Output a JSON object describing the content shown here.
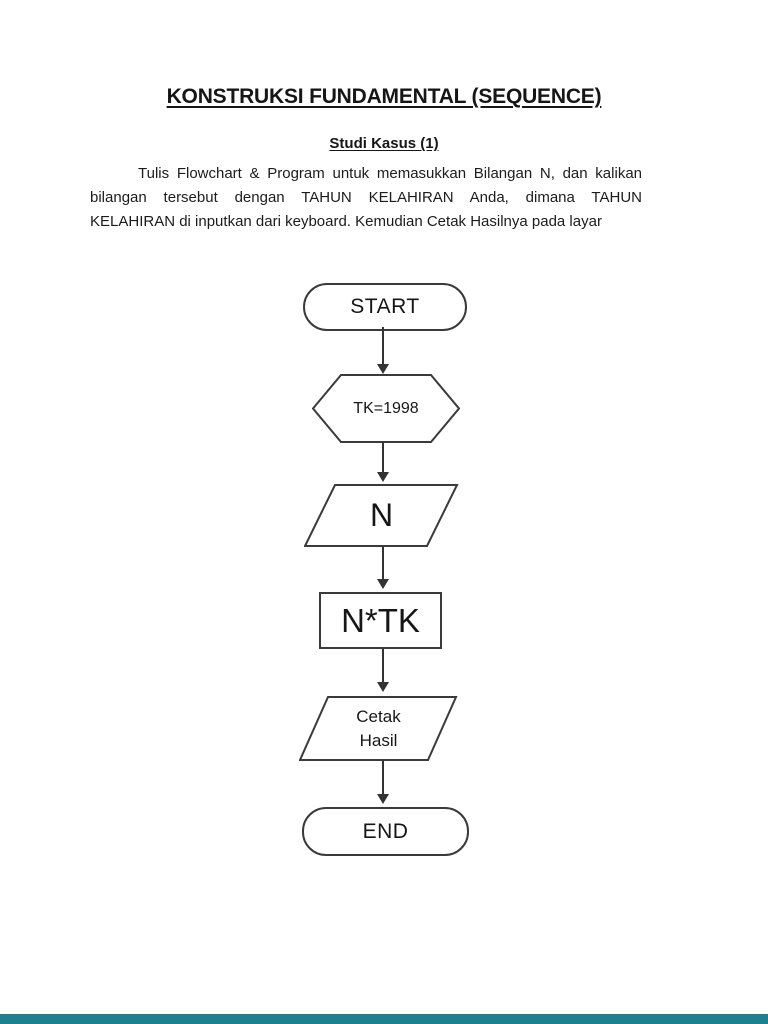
{
  "page": {
    "title": "KONSTRUKSI FUNDAMENTAL (SEQUENCE)",
    "subtitle": "Studi Kasus (1)",
    "paragraph": "Tulis Flowchart & Program untuk memasukkan Bilangan N, dan kalikan bilangan tersebut dengan TAHUN KELAHIRAN Anda, dimana TAHUN KELAHIRAN di inputkan dari keyboard. Kemudian Cetak Hasilnya pada layar"
  },
  "flowchart": {
    "nodes": [
      {
        "id": "start",
        "type": "terminator",
        "label": "START"
      },
      {
        "id": "prep",
        "type": "preparation",
        "label": "TK=1998"
      },
      {
        "id": "input",
        "type": "io",
        "label": "N"
      },
      {
        "id": "process",
        "type": "process",
        "label": "N*TK"
      },
      {
        "id": "output",
        "type": "io",
        "label": "Cetak Hasil",
        "line1": "Cetak",
        "line2": "Hasil"
      },
      {
        "id": "end",
        "type": "terminator",
        "label": "END"
      }
    ]
  },
  "colors": {
    "shape_stroke": "#3a3a3a",
    "text": "#161616",
    "footer_bar": "#1c808e",
    "page_background": "#ffffff"
  }
}
